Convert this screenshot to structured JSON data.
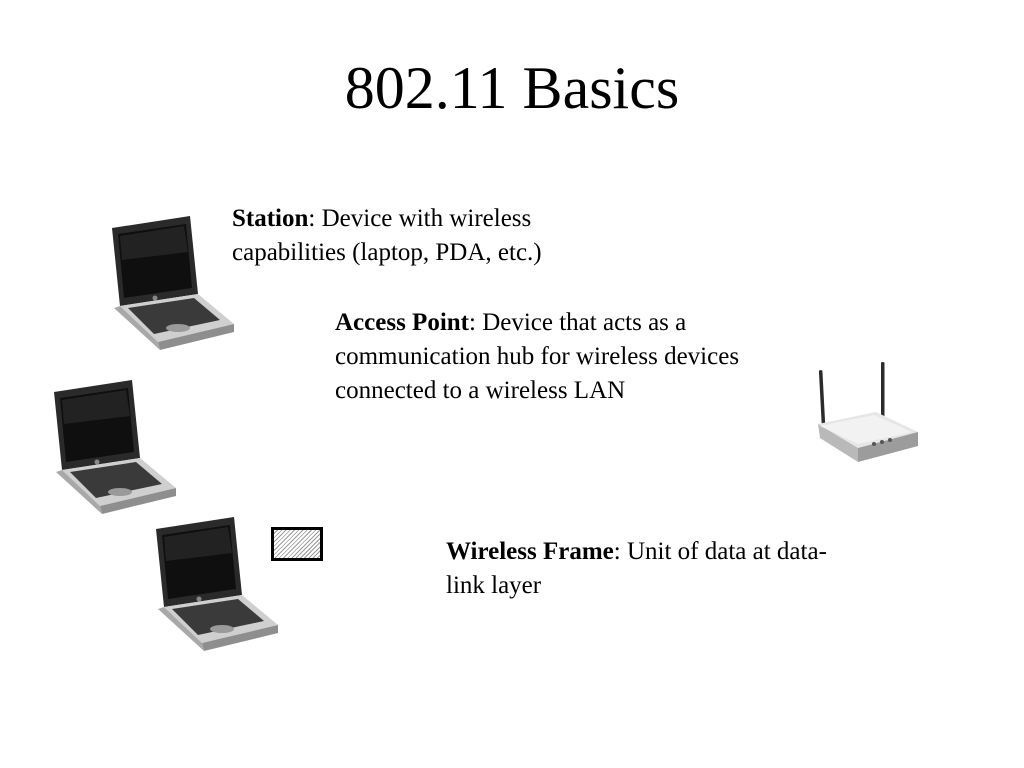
{
  "slide": {
    "title": "802.11 Basics"
  },
  "definitions": {
    "station": {
      "term": "Station",
      "text": ": Device with wireless capabilities (laptop, PDA, etc.)"
    },
    "access_point": {
      "term": "Access Point",
      "text": ": Device that acts as a communication hub for wireless devices connected to a wireless LAN"
    },
    "wireless_frame": {
      "term": "Wireless Frame",
      "text": ": Unit of data at data-link layer"
    }
  },
  "icons": {
    "laptops": [
      "laptop-icon",
      "laptop-icon",
      "laptop-icon"
    ],
    "access_point": "wireless-access-point-icon",
    "frame": "wireless-frame-icon"
  }
}
